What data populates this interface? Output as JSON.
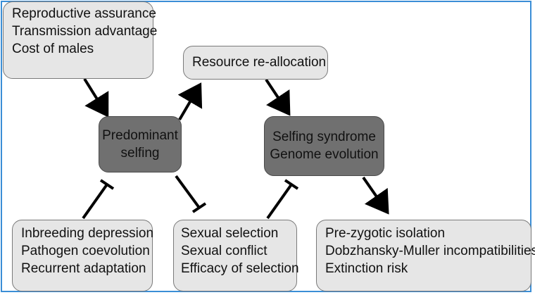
{
  "colors": {
    "frame_border": "#3b8ed6",
    "light_node": "#e6e6e6",
    "dark_node": "#707070",
    "arrow": "#000000"
  },
  "nodes": {
    "drivers": [
      "Reproductive assurance",
      "Transmission advantage",
      "Cost of males"
    ],
    "resource": [
      "Resource re-allocation"
    ],
    "selfing": [
      "Predominant",
      "selfing"
    ],
    "syndrome": [
      "Selfing syndrome",
      "Genome evolution"
    ],
    "inbreeding": [
      "Inbreeding depression",
      "Pathogen coevolution",
      "Recurrent adaptation"
    ],
    "sexual": [
      "Sexual selection",
      "Sexual conflict",
      "Efficacy of selection"
    ],
    "outcomes": [
      "Pre-zygotic isolation",
      "Dobzhansky-Muller incompatibilities",
      "Extinction risk"
    ]
  }
}
